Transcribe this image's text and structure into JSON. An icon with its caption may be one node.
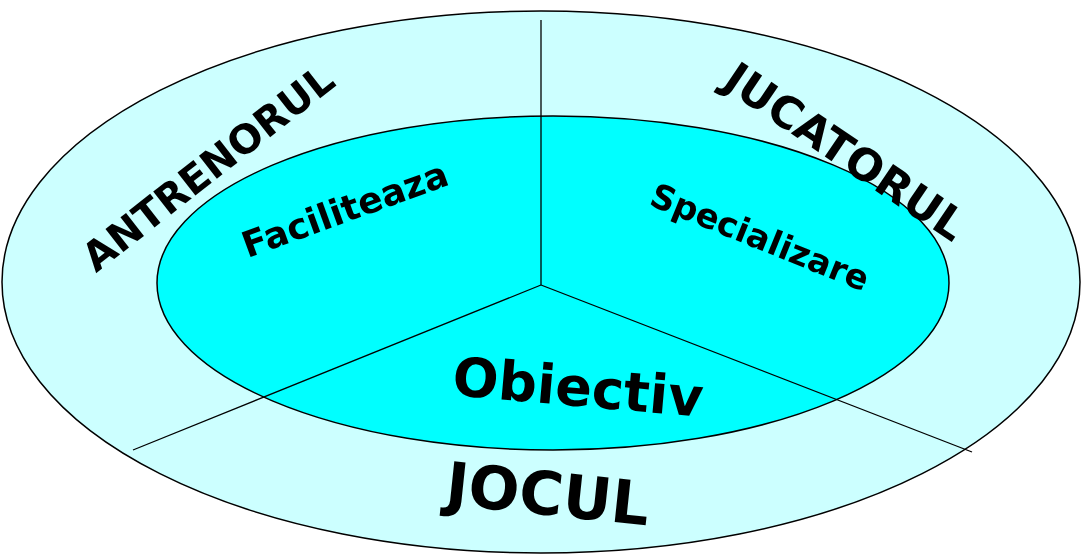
{
  "diagram": {
    "nodes": [
      {
        "text": [
          "ANTRENORUL",
          "JUCATORUL",
          "JOCUL"
        ]
      },
      {
        "text": [
          "Faciliteaza",
          "Specializare",
          "Obiectiv"
        ],
        "in": 0
      }
    ]
  }
}
